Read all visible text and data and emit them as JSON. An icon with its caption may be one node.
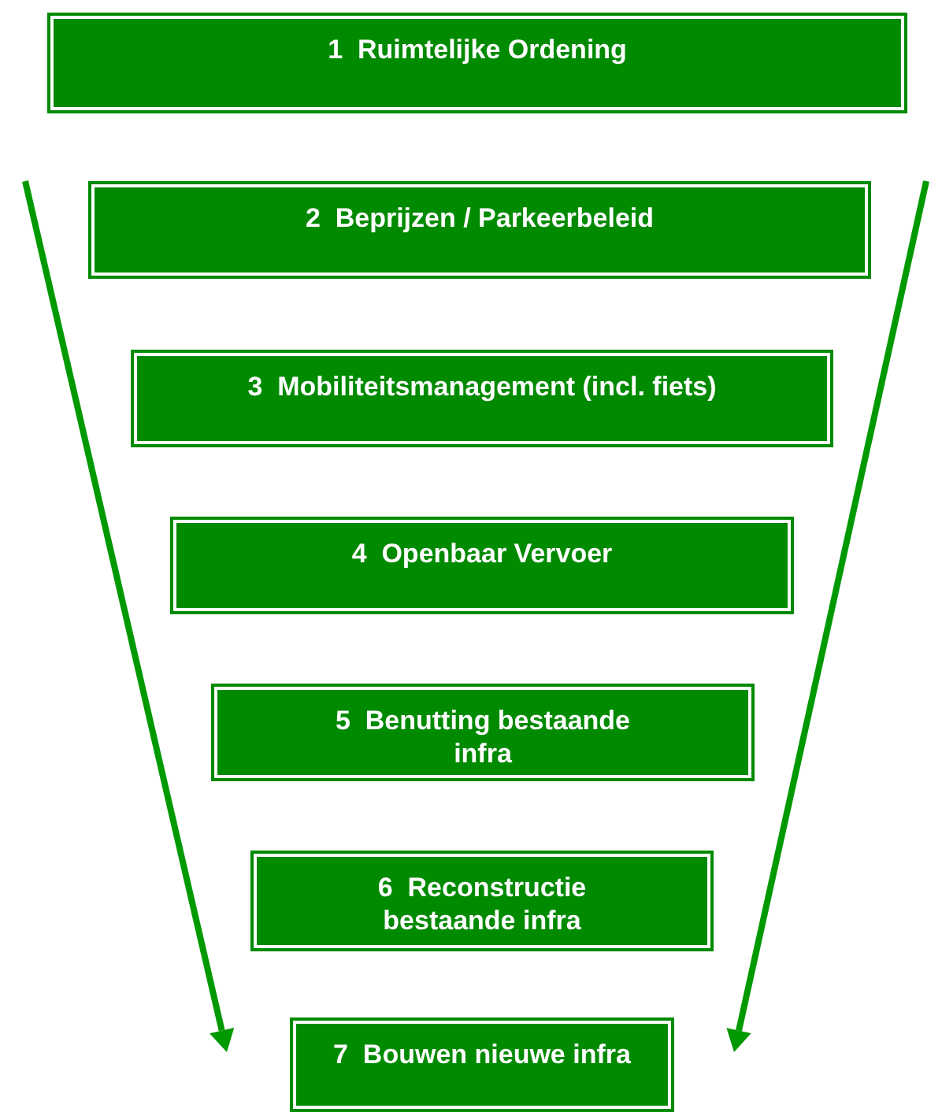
{
  "diagram": {
    "nodes": [
      {
        "text": [
          "1  Ruimtelijke Ordening"
        ]
      },
      {
        "text": [
          "2  Beprijzen / Parkeerbeleid"
        ]
      },
      {
        "text": [
          "3  Mobiliteitsmanagement (incl. fiets)"
        ]
      },
      {
        "text": [
          "4  Openbaar Vervoer"
        ]
      },
      {
        "text": [
          "5  Benutting bestaande infra"
        ]
      },
      {
        "text": [
          "6  Reconstructie bestaande infra"
        ]
      },
      {
        "text": [
          "7  Bouwen nieuwe infra"
        ]
      }
    ],
    "edges": []
  }
}
